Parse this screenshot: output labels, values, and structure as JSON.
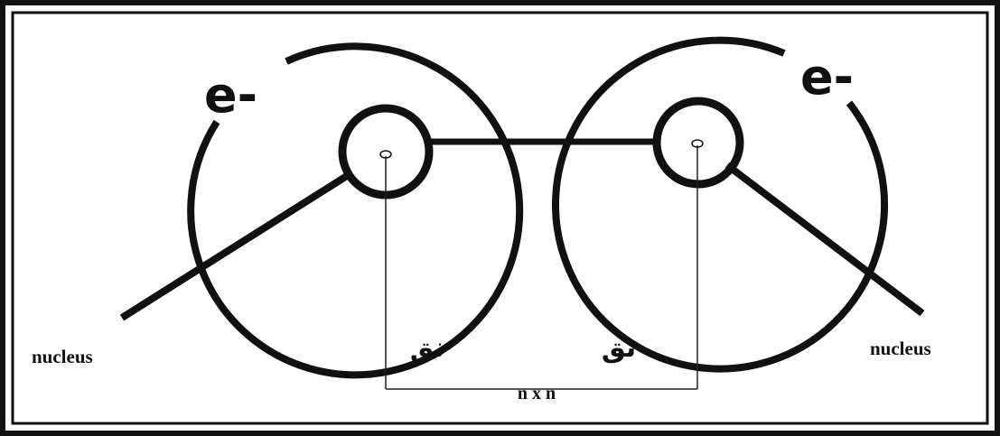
{
  "diagram": {
    "electron_left_label": "e-",
    "electron_right_label": "e-",
    "nucleus_left_label": "nucleus",
    "nucleus_right_label": "nucleus",
    "nucleus_left_arabic": "نق",
    "nucleus_right_arabic": "نق",
    "distance_label": "n x n"
  },
  "colors": {
    "ink": "#111111",
    "background": "#ffffff"
  }
}
